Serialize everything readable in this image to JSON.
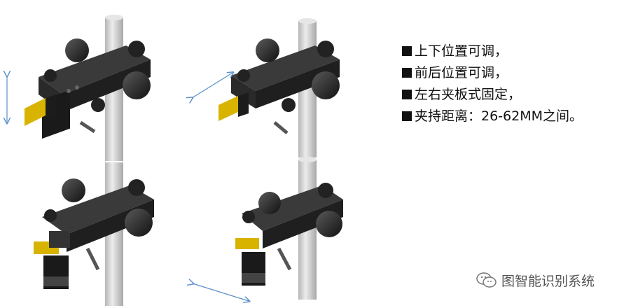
{
  "features": [
    {
      "text": "上下位置可调，"
    },
    {
      "text": "前后位置可调，"
    },
    {
      "text": "左右夹板式固定，"
    },
    {
      "text": "夹持距离：26-62MM之间。"
    }
  ],
  "watermark": {
    "text": "图智能识别系统",
    "icon": "wechat-icon"
  },
  "colors": {
    "pole": "#d9d9d9",
    "body": "#2a2a2a",
    "pad": "#d8b400",
    "arrow": "#5b8fc7"
  }
}
